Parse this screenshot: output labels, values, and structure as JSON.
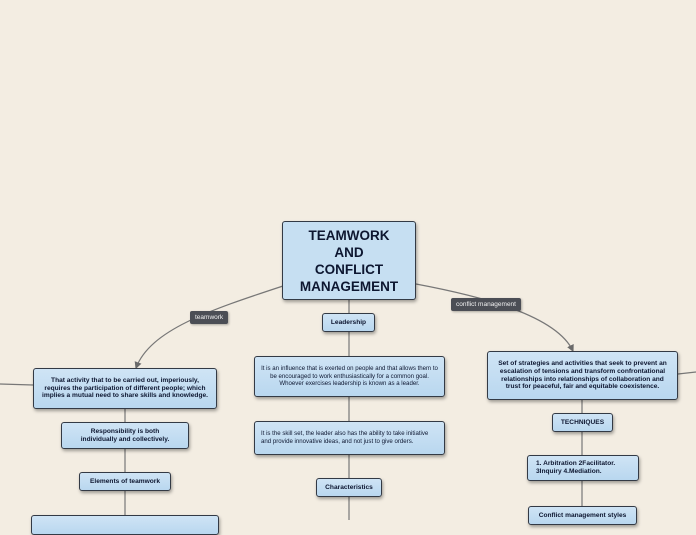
{
  "root": {
    "title_lines": [
      "TEAMWORK",
      "AND",
      "CONFLICT",
      "MANAGEMENT"
    ]
  },
  "edge_labels": {
    "teamwork": "teamwork",
    "conflict": "conflict management"
  },
  "teamwork_branch": {
    "definition": "That activity that to be carried out, imperiously, requires the participation of different people; which implies a mutual need to share skills and knowledge.",
    "responsibility": "Responsibility is both individually and collectively.",
    "elements": "Elements of teamwork"
  },
  "leadership_branch": {
    "title": "Leadership",
    "definition": "It is an influence that is exerted on people and that allows them to be encouraged to work enthusiastically for a common goal. Whoever exercises leadership is known as a leader.",
    "skill": "It is the skill set, the leader also has the ability to take initiative and provide innovative ideas, and not just to give orders.",
    "characteristics": "Characteristics"
  },
  "conflict_branch": {
    "definition": "Set of strategies and activities that seek to prevent an escalation of tensions and transform confrontational relationships into relationships of collaboration and trust for peaceful, fair and equitable coexistence.",
    "techniques": "TECHNIQUES",
    "techniques_list": "1. Arbitration 2Facilitator. 3Inquiry 4.Mediation.",
    "styles": "Conflict management styles"
  }
}
